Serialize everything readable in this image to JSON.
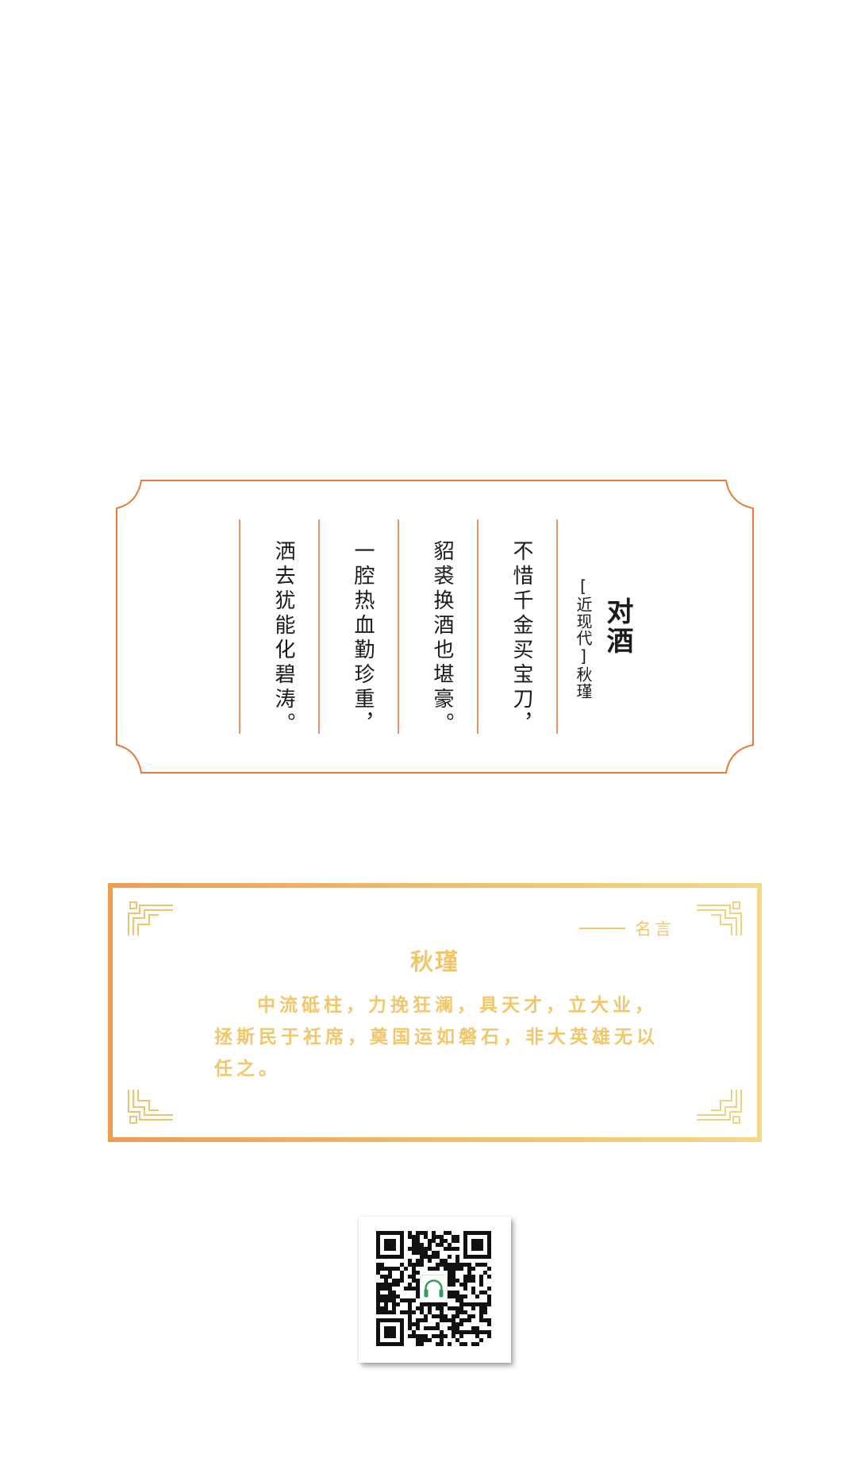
{
  "poem": {
    "title": "对酒",
    "meta": "[近现代]秋瑾",
    "lines": [
      "不惜千金买宝刀，",
      "貂裘换酒也堪豪。",
      "一腔热血勤珍重，",
      "洒去犹能化碧涛。"
    ]
  },
  "quote": {
    "tag": "名言",
    "author": "秋瑾",
    "text": "中流砥柱，力挽狂澜，具天才，立大业，拯斯民于衽席，奠国运如磐石，非大英雄无以任之。"
  },
  "colors": {
    "poem_frame": "#e87a3c",
    "quote_gradient_start": "#ef9c4f",
    "quote_gradient_end": "#f0da88",
    "quote_text": "#f2c76b",
    "qr_center_icon": "#3a9a5b"
  },
  "icons": {
    "qr_center": "headphones-icon",
    "corner_ornament": "fret-corner-icon"
  }
}
